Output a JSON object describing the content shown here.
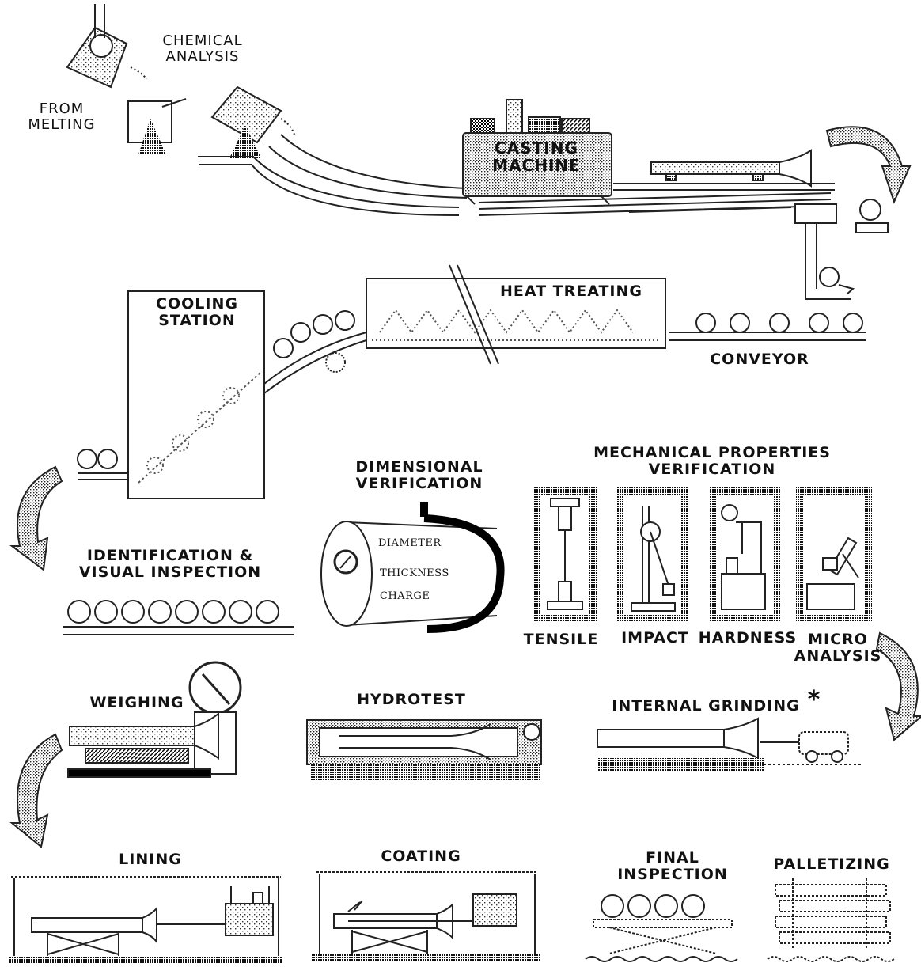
{
  "labels": {
    "chemical_analysis": "CHEMICAL\nANALYSIS",
    "from_melting": "FROM\nMELTING",
    "casting_machine": "CASTING\nMACHINE",
    "heat_treating": "HEAT TREATING",
    "cooling_station": "COOLING\nSTATION",
    "conveyor": "CONVEYOR",
    "dimensional_verification": "DIMENSIONAL\nVERIFICATION",
    "mechanical_properties_verification": "MECHANICAL PROPERTIES\nVERIFICATION",
    "identification_visual_inspection": "IDENTIFICATION &\nVISUAL INSPECTION",
    "diameter": "DIAMETER",
    "thickness": "THICKNESS",
    "charge": "CHARGE",
    "tensile": "TENSILE",
    "impact": "IMPACT",
    "hardness": "HARDNESS",
    "micro_analysis": "MICRO\nANALYSIS",
    "weighing": "WEIGHING",
    "hydrotest": "HYDROTEST",
    "internal_grinding": "INTERNAL GRINDING",
    "asterisk": "*",
    "lining": "LINING",
    "coating": "COATING",
    "final_inspection": "FINAL\nINSPECTION",
    "palletizing": "PALLETIZING"
  }
}
